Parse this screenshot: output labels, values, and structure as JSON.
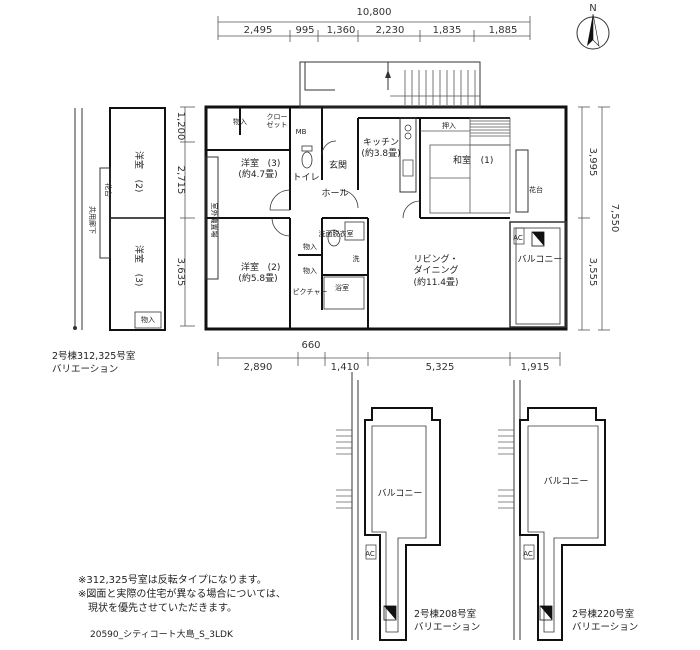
{
  "dimensions": {
    "top_total": "10,800",
    "top": [
      "2,495",
      "995",
      "1,360",
      "2,230",
      "1,835",
      "1,885"
    ],
    "bottom_total": "660",
    "bottom": [
      "2,890",
      "1,410",
      "5,325",
      "1,915"
    ],
    "left": [
      "1,200",
      "2,715",
      "3,635"
    ],
    "right_inner": [
      "3,995",
      "3,555"
    ],
    "right_outer": "7,550"
  },
  "compass": "N",
  "labels": {
    "up": "UP",
    "closet": "クロー\nゼット",
    "oshiire": "押入",
    "mb": "MB",
    "kitchen": "キッチン",
    "kitchen_size": "(約3.8畳)",
    "genkan": "玄関",
    "toilet": "トイレ",
    "hall": "ホール",
    "washitsu": "和室",
    "washitsu_num": "(1)",
    "hanadai": "花台",
    "yoshitsu3": "洋室",
    "yoshitsu3_num": "(3)",
    "yoshitsu3_size": "(約4.7畳)",
    "yoshitsu2": "洋室",
    "yoshitsu2_num": "(2)",
    "yoshitsu2_size": "(約5.8畳)",
    "living": "リビング・",
    "living2": "ダイニング",
    "living_size": "(約11.4畳)",
    "senmen": "洗面脱衣室",
    "sen": "洗",
    "bath": "浴室",
    "storage": "物入",
    "pic": "ピクチャー",
    "balcony": "バルコニー",
    "shitsugai": "室外機置場",
    "ac": "AC",
    "corridor": "共用廊下",
    "var_yoshitsu": "洋室",
    "var_num2": "(2)",
    "var_num3": "(3)",
    "var_hanadai": "花台",
    "var_storage": "物入"
  },
  "captions": {
    "variation_312": "2号棟312,325号室\nバリエーション",
    "variation_208": "2号棟208号室\nバリエーション",
    "variation_220": "2号棟220号室\nバリエーション"
  },
  "notes": {
    "note1": "※312,325号室は反転タイプになります。",
    "note2": "※図面と実際の住宅が異なる場合については、\n　現状を優先させていただきます。",
    "code": "20590_シティコート大島_S_3LDK"
  }
}
